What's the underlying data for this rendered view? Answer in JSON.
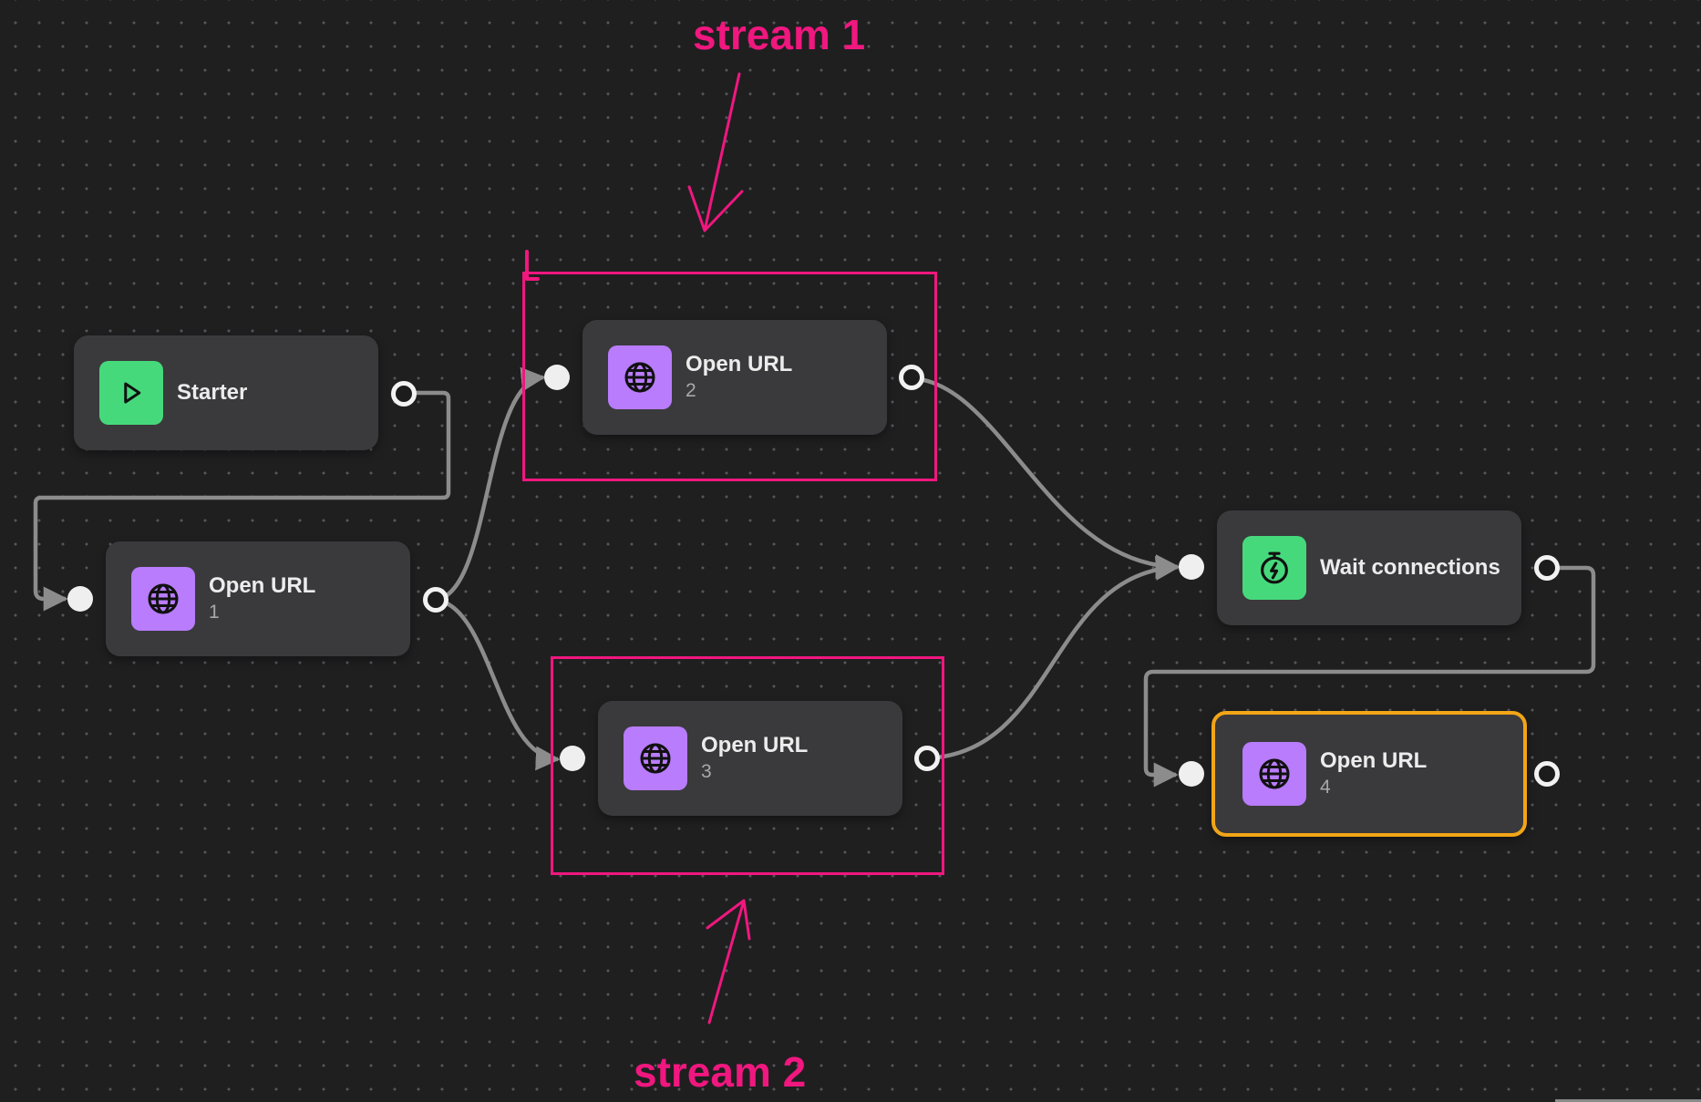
{
  "canvas": {
    "background": "#1f1f20",
    "edge_color": "#8c8c8c",
    "annotation_color": "#f0177f",
    "selection_color": "#f2a516"
  },
  "nodes": {
    "starter": {
      "title": "Starter",
      "icon": "play-icon",
      "icon_color": "#46d97c"
    },
    "open_url_1": {
      "title": "Open URL",
      "subtitle": "1",
      "icon": "globe-icon",
      "icon_color": "#b87cfc"
    },
    "open_url_2": {
      "title": "Open URL",
      "subtitle": "2",
      "icon": "globe-icon",
      "icon_color": "#b87cfc"
    },
    "open_url_3": {
      "title": "Open URL",
      "subtitle": "3",
      "icon": "globe-icon",
      "icon_color": "#b87cfc"
    },
    "wait_connections": {
      "title": "Wait connections",
      "icon": "stopwatch-icon",
      "icon_color": "#46d97c"
    },
    "open_url_4": {
      "title": "Open URL",
      "subtitle": "4",
      "icon": "globe-icon",
      "icon_color": "#b87cfc",
      "selected": true
    }
  },
  "connections": [
    {
      "from": "Starter",
      "to": "Open URL 1"
    },
    {
      "from": "Open URL 1",
      "to": "Open URL 2"
    },
    {
      "from": "Open URL 1",
      "to": "Open URL 3"
    },
    {
      "from": "Open URL 2",
      "to": "Wait connections"
    },
    {
      "from": "Open URL 3",
      "to": "Wait connections"
    },
    {
      "from": "Wait connections",
      "to": "Open URL 4"
    }
  ],
  "annotations": {
    "stream1": "stream 1",
    "stream2": "stream 2"
  }
}
